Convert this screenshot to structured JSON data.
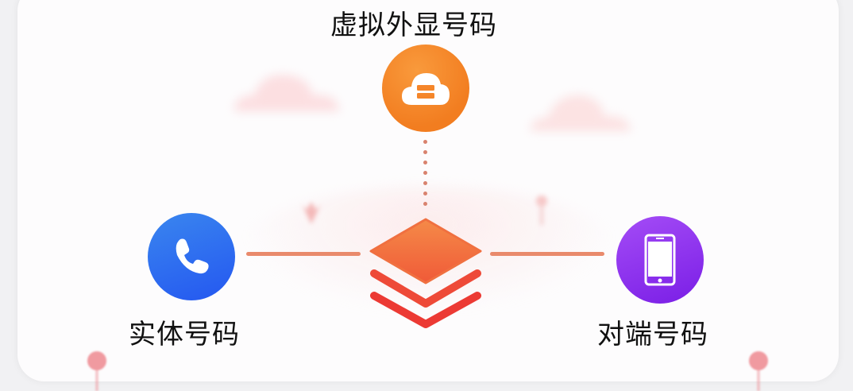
{
  "diagram": {
    "top_node": {
      "label": "虚拟外显号码",
      "icon": "cloud-server-icon",
      "color": "#f5862a"
    },
    "left_node": {
      "label": "实体号码",
      "icon": "phone-icon",
      "color": "#2c6cf0"
    },
    "right_node": {
      "label": "对端号码",
      "icon": "mobile-phone-icon",
      "color": "#8b2ef0"
    },
    "center_node": {
      "icon": "layers-stack-icon",
      "color": "#f0503a"
    },
    "connectors": {
      "top_to_center": "dotted",
      "left_to_center": "solid",
      "center_to_right": "solid",
      "line_color": "#e98a6c"
    }
  }
}
